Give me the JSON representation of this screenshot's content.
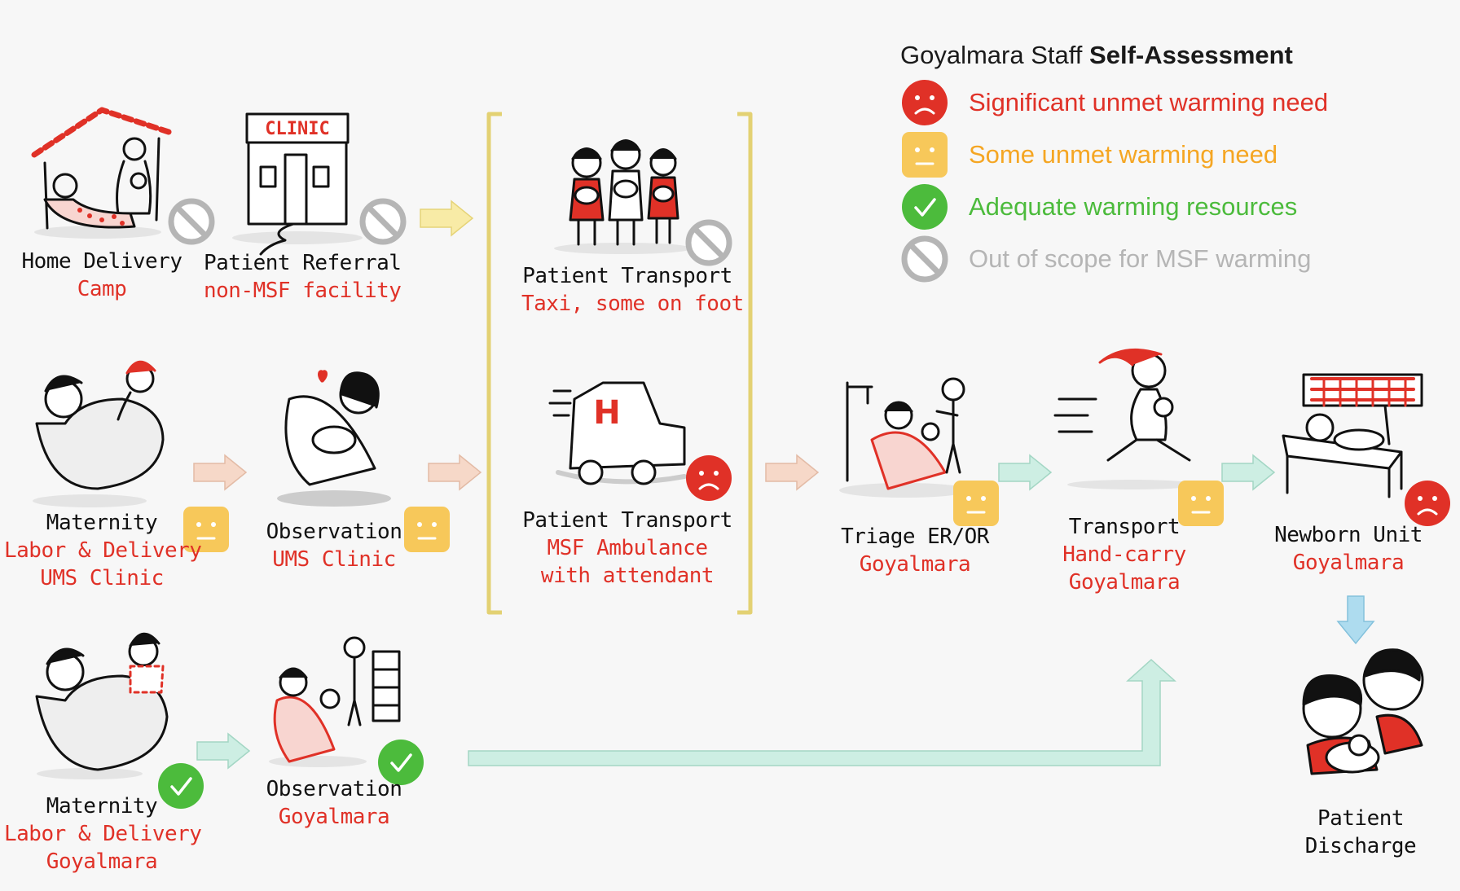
{
  "legend": {
    "title_prefix": "Goyalmara Staff",
    "title_bold": "Self-Assessment",
    "items": [
      {
        "status": "red",
        "icon": "sad-face-icon",
        "label": "Significant unmet warming need",
        "color": "#e03127"
      },
      {
        "status": "yellow",
        "icon": "neutral-face-icon",
        "label": "Some unmet warming need",
        "color": "#f5a623"
      },
      {
        "status": "green",
        "icon": "checkmark-icon",
        "label": "Adequate warming resources",
        "color": "#4cbb3c"
      },
      {
        "status": "gray",
        "icon": "no-symbol-icon",
        "label": "Out of scope for MSF warming",
        "color": "#b5b5b5"
      }
    ]
  },
  "nodes": {
    "home_delivery": {
      "name": "Home Delivery",
      "sub": "Camp",
      "status": "gray"
    },
    "patient_referral": {
      "name": "Patient Referral",
      "sub": "non-MSF facility",
      "status": "gray"
    },
    "transport_taxi": {
      "name": "Patient Transport",
      "sub": "Taxi, some on foot",
      "status": "gray"
    },
    "maternity_ums": {
      "name": "Maternity",
      "sub1": "Labor & Delivery",
      "sub2": "UMS Clinic",
      "status": "yellow"
    },
    "observation_ums": {
      "name": "Observation",
      "sub": "UMS Clinic",
      "status": "yellow"
    },
    "transport_ambulance": {
      "name": "Patient Transport",
      "sub1": "MSF Ambulance",
      "sub2": "with attendant",
      "status": "red"
    },
    "triage": {
      "name": "Triage ER/OR",
      "sub": "Goyalmara",
      "status": "yellow"
    },
    "transport_handcarry": {
      "name": "Transport",
      "sub1": "Hand-carry",
      "sub2": "Goyalmara",
      "status": "yellow"
    },
    "newborn_unit": {
      "name": "Newborn Unit",
      "sub": "Goyalmara",
      "status": "red"
    },
    "maternity_goyalmara": {
      "name": "Maternity",
      "sub1": "Labor & Delivery",
      "sub2": "Goyalmara",
      "status": "green"
    },
    "observation_goyalmara": {
      "name": "Observation",
      "sub": "Goyalmara",
      "status": "green"
    },
    "discharge": {
      "name1": "Patient",
      "name2": "Discharge"
    }
  },
  "illustration_text": {
    "clinic_sign": "CLINIC",
    "ambulance_mark": "H"
  },
  "colors": {
    "red": "#e03127",
    "yellow": "#f7c85a",
    "green": "#4cbb3c",
    "gray": "#b5b5b5",
    "arrow_yellow": "#f8eba6",
    "arrow_peach": "#f6d8c8",
    "arrow_teal": "#cdeee3",
    "arrow_blue": "#aedcef"
  }
}
